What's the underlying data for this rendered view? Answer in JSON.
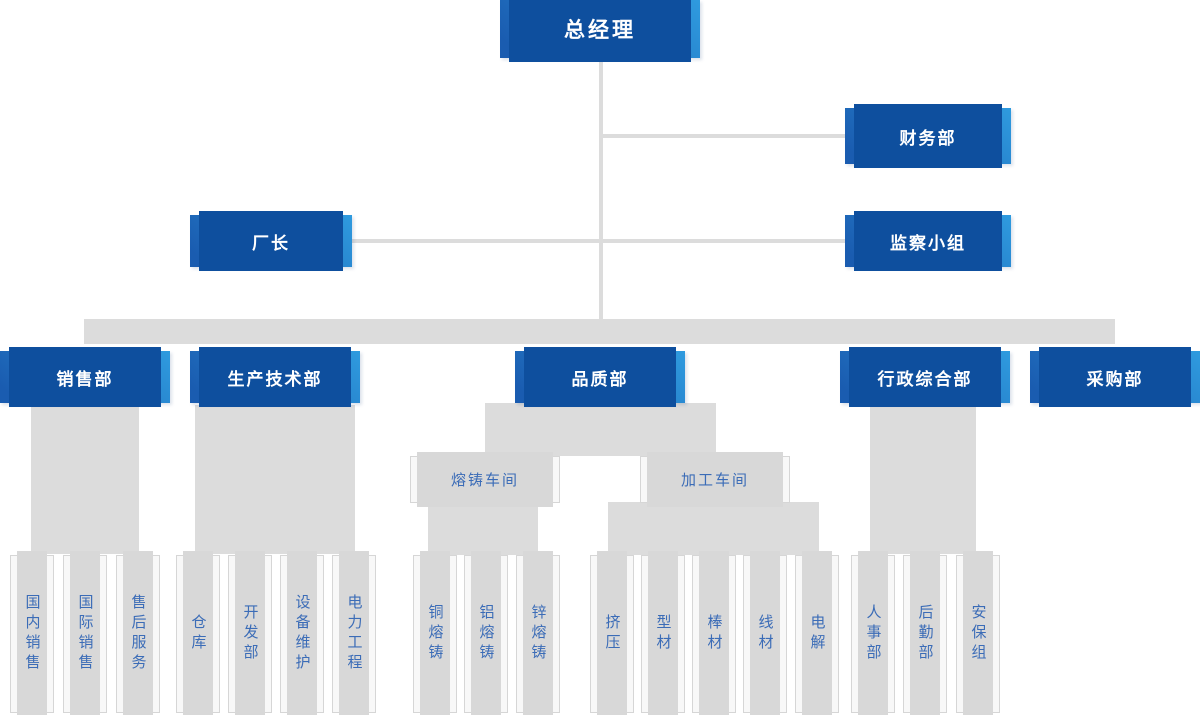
{
  "org": {
    "root": {
      "label": "总经理"
    },
    "finance": {
      "label": "财务部"
    },
    "factory_director": {
      "label": "厂长"
    },
    "supervision": {
      "label": "监察小组"
    },
    "departments": [
      {
        "label": "销售部",
        "children": [
          "国内销售",
          "国际销售",
          "售后服务"
        ]
      },
      {
        "label": "生产技术部",
        "children": [
          "仓库",
          "开发部",
          "设备维护",
          "电力工程"
        ]
      },
      {
        "label": "品质部",
        "children": []
      },
      {
        "label": "行政综合部",
        "children": [
          "人事部",
          "后勤部",
          "安保组"
        ]
      },
      {
        "label": "采购部",
        "children": []
      }
    ],
    "workshops": [
      {
        "label": "熔铸车间",
        "children": [
          "铜熔铸",
          "铝熔铸",
          "锌熔铸"
        ]
      },
      {
        "label": "加工车间",
        "children": [
          "挤压",
          "型材",
          "棒材",
          "线材",
          "电解"
        ]
      }
    ]
  },
  "colors": {
    "node_gradient_start": "#2f9bdf",
    "node_gradient_end": "#1a5cb0",
    "node_backing": "#0e4f9e",
    "node_text": "#ffffff",
    "connector": "#dcdcdc",
    "leaf_background": "#f8f8f8",
    "leaf_border": "#d6d6d6",
    "leaf_text": "#3b6cb7"
  }
}
